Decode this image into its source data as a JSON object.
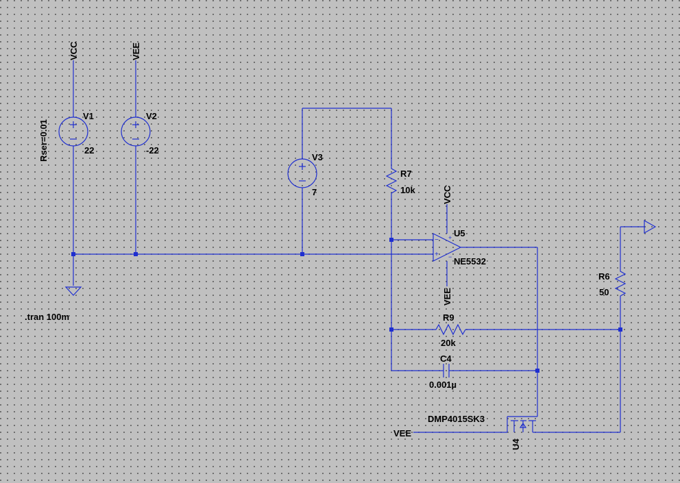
{
  "labels": {
    "vcc_top": "VCC",
    "vee_top": "VEE",
    "rser": "Rser=0.01",
    "v1_name": "V1",
    "v1_value": "22",
    "v2_name": "V2",
    "v2_value": "-22",
    "v3_name": "V3",
    "v3_value": "7",
    "r7_name": "R7",
    "r7_value": "10k",
    "opamp_vcc": "VCC",
    "opamp_vee": "VEE",
    "u5_name": "U5",
    "u5_model": "NE5532",
    "r6_name": "R6",
    "r6_value": "50",
    "r9_name": "R9",
    "r9_value": "20k",
    "c4_name": "C4",
    "c4_value": "0.001µ",
    "mosfet_model": "DMP4015SK3",
    "u4_name": "U4",
    "vee_gate": "VEE",
    "directive": ".tran 100m"
  },
  "colors": {
    "wire": "#1f2fd0",
    "background": "#c0c0c0",
    "text": "#000000"
  }
}
